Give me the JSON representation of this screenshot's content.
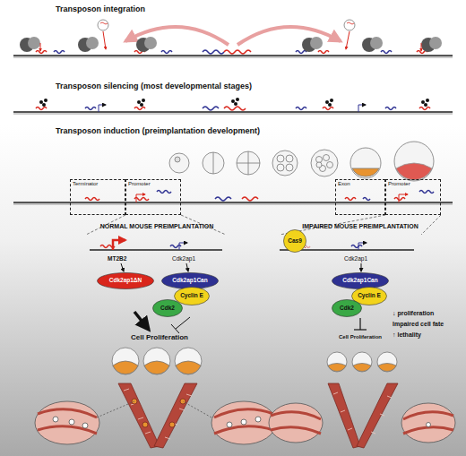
{
  "diagram": {
    "nodes": [
      {
        "text": [
          "Terminator"
        ]
      },
      {
        "text": [
          "Promoter"
        ]
      },
      {
        "text": [
          "Exon"
        ]
      },
      {
        "text": [
          "Promoter"
        ]
      },
      {
        "text": [
          "Cdk2ap1ΔN"
        ]
      },
      {
        "text": [
          "Cdk2ap1Can"
        ]
      },
      {
        "text": [
          "Cyclin E"
        ]
      },
      {
        "text": [
          "Cdk2"
        ]
      },
      {
        "text": [
          "Cas9"
        ]
      },
      {
        "text": [
          "Cdk2ap1Can"
        ]
      },
      {
        "text": [
          "Cyclin E"
        ]
      },
      {
        "text": [
          "Cdk2"
        ]
      }
    ],
    "labels": [
      "Transposon integration",
      "Transposon silencing (most developmental stages)",
      "Transposon induction (preimplantation development)",
      "NORMAL MOUSE PREIMPLANTATION",
      "IMPAIRED MOUSE PREIMPLANTATION",
      "MT2B2",
      "Cdk2ap1",
      "Cdk2ap1",
      "Cell Proliferation",
      "Cell Proliferation",
      "↓ proliferation",
      "Impaired cell fate",
      "↑ lethality"
    ]
  }
}
